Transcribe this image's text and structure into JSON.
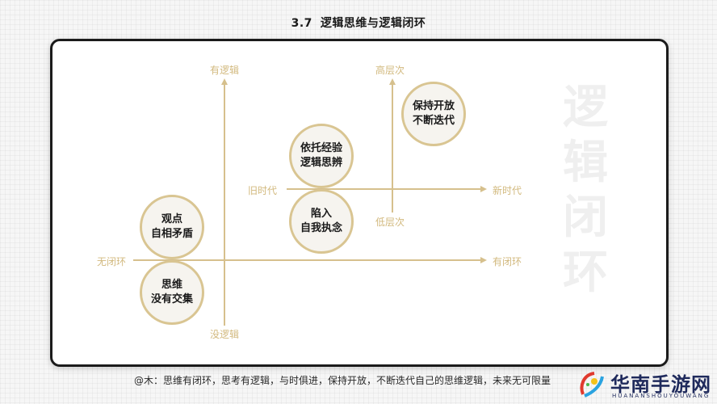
{
  "header": {
    "section_number": "3.7",
    "title": "逻辑思维与逻辑闭环"
  },
  "left_diagram": {
    "y_axis_top": "有逻辑",
    "y_axis_bottom": "没逻辑",
    "x_axis_left": "无闭环",
    "x_axis_right": "有闭环",
    "circles": [
      {
        "line1": "观点",
        "line2": "自相矛盾"
      },
      {
        "line1": "思维",
        "line2": "没有交集"
      }
    ]
  },
  "right_diagram": {
    "y_axis_top": "高层次",
    "y_axis_bottom": "低层次",
    "x_axis_left": "旧时代",
    "x_axis_right": "新时代",
    "circles": [
      {
        "line1": "依托经验",
        "line2": "逻辑思辨"
      },
      {
        "line1": "陷入",
        "line2": "自我执念"
      },
      {
        "line1": "保持开放",
        "line2": "不断迭代"
      }
    ]
  },
  "watermark": {
    "chars": [
      "逻",
      "辑",
      "闭",
      "环"
    ]
  },
  "caption": "@木：思维有闭环，思考有逻辑，与时俱进，保持开放，不断迭代自己的思维逻辑，未来无可限量",
  "logo": {
    "name": "华南手游网",
    "subtitle": "HUANANSHOUYOUWANG"
  },
  "colors": {
    "axis": "#d6c08d",
    "axis_label": "#d2b97e",
    "circle_border": "#d9c592",
    "circle_fill": "#f6f4ef",
    "card_border": "#1b1b1b"
  }
}
